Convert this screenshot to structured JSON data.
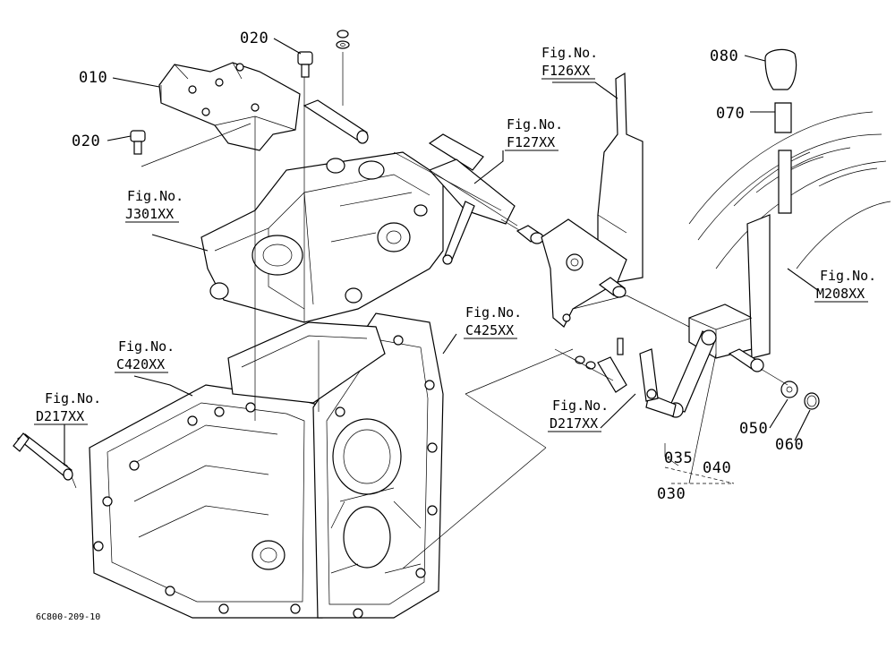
{
  "drawing_id": "6C800-209-10",
  "part_labels": {
    "p010": "010",
    "p020a": "020",
    "p020b": "020",
    "p030": "030",
    "p035": "035",
    "p040": "040",
    "p050": "050",
    "p060": "060",
    "p070": "070",
    "p080": "080"
  },
  "fig_refs": {
    "j301": {
      "line1": "Fig.No.",
      "line2": "J301XX"
    },
    "f126": {
      "line1": "Fig.No.",
      "line2": "F126XX"
    },
    "f127": {
      "line1": "Fig.No.",
      "line2": "F127XX"
    },
    "c425": {
      "line1": "Fig.No.",
      "line2": "C425XX"
    },
    "c420": {
      "line1": "Fig.No.",
      "line2": "C420XX"
    },
    "d217a": {
      "line1": "Fig.No.",
      "line2": "D217XX"
    },
    "d217b": {
      "line1": "Fig.No.",
      "line2": "D217XX"
    },
    "m208": {
      "line1": "Fig.No.",
      "line2": "M208XX"
    }
  }
}
